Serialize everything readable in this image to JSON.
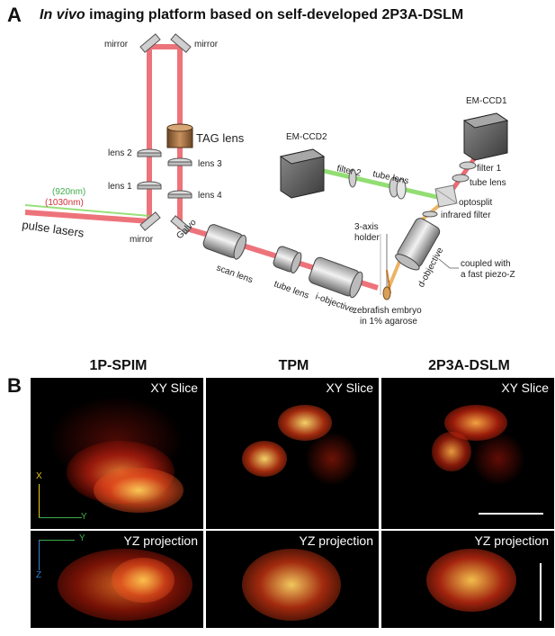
{
  "panelA": {
    "letter": "A",
    "title_italic": "In vivo",
    "title_rest": " imaging platform based on self-developed 2P3A-DSLM"
  },
  "diagram": {
    "mirror_left": "mirror",
    "mirror_right": "mirror",
    "tag_lens": "TAG lens",
    "lens2": "lens 2",
    "lens3": "lens 3",
    "lens1": "lens 1",
    "lens4": "lens 4",
    "wl_920": "(920nm)",
    "wl_1030": "(1030nm)",
    "pulse_lasers": "pulse lasers",
    "mirror_bottom": "mirror",
    "galvo": "Galvo",
    "scan_lens": "scan lens",
    "tube_lens_main": "tube lens",
    "i_objective": "i-objective",
    "em_ccd2": "EM-CCD2",
    "em_ccd1": "EM-CCD1",
    "filter2": "filter 2",
    "tube_lens_green": "tube lens",
    "filter1": "filter 1",
    "tube_lens_red": "tube lens",
    "optosplit": "optosplit",
    "infrared_filter": "infrared filter",
    "holder1": "3-axis",
    "holder2": "holder",
    "d_objective": "d-objective",
    "coupled1": "coupled with",
    "coupled2": "a fast piezo-Z",
    "zebrafish1": "zebrafish embryo",
    "zebrafish2": "in 1% agarose"
  },
  "panelB": {
    "letter": "B",
    "columns": [
      "1P-SPIM",
      "TPM",
      "2P3A-DSLM"
    ],
    "xy_label": "XY Slice",
    "yz_label": "YZ projection",
    "axis_x": "X",
    "axis_y": "Y",
    "axis_z": "Z"
  },
  "colors": {
    "beam_red": "#e8505a",
    "beam_green": "#7fd85a",
    "axis_yellow": "#e6c619",
    "axis_green": "#3fae4a",
    "axis_blue": "#2f7fd0"
  }
}
